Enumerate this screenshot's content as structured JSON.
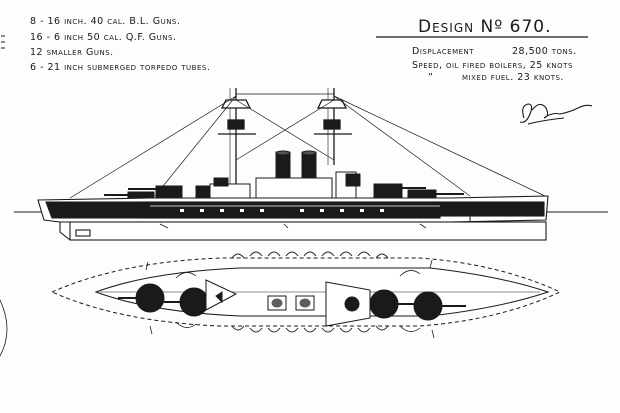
{
  "armament": {
    "line1": "8 - 16 inch. 40 cal. B.L. Guns.",
    "line2": "16 - 6 inch 50 cal. Q.F. Guns.",
    "line3": "12 smaller Guns.",
    "line4": "6 - 21 inch submerged torpedo tubes."
  },
  "design": {
    "title": "Design Nº 670.",
    "displacement_label": "Displacement",
    "displacement_value": "28,500 tons.",
    "speed_line": "Speed, oil fired boilers, 25 knots",
    "ditto": "”",
    "mixed_fuel": "mixed fuel.  23 knots."
  },
  "colors": {
    "ink": "#1a1a1a",
    "paper": "#fdfdfb"
  }
}
